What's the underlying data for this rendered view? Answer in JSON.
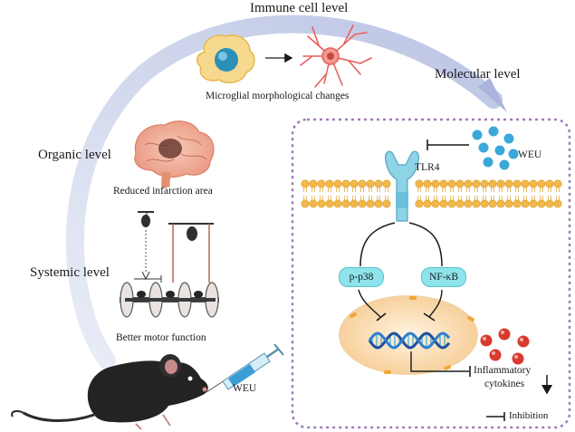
{
  "levels": {
    "immune": "Immune cell level",
    "molecular": "Molecular level",
    "organic": "Organic level",
    "systemic": "Systemic level"
  },
  "captions": {
    "microglia": "Microglial morphological changes",
    "infarction": "Reduced infarction area",
    "motor": "Better motor function"
  },
  "labels": {
    "weu_molecule": "WEU",
    "weu_injection": "WEU",
    "receptor": "TLR4",
    "p38": "p-p38",
    "nfkb": "NF-κB",
    "cytokines_line1": "Inflammatory",
    "cytokines_line2": "cytokines",
    "legend_inhibition": "Inhibition"
  },
  "colors": {
    "arc": "#c9d0ea",
    "dashed_frame": "#a07ab8",
    "membrane": "#f2b84c",
    "receptor": "#8fd3e6",
    "nucleus": "#f9d7a8",
    "pill": "#8fe3ea",
    "weu_dots": "#3aa8d8",
    "cytokine_dots": "#d83a2e"
  },
  "icons": [
    "microglia-resting-icon",
    "microglia-activated-icon",
    "brain-icon",
    "mouse-icon",
    "syringe-icon",
    "rotarod-icon",
    "dna-icon"
  ]
}
